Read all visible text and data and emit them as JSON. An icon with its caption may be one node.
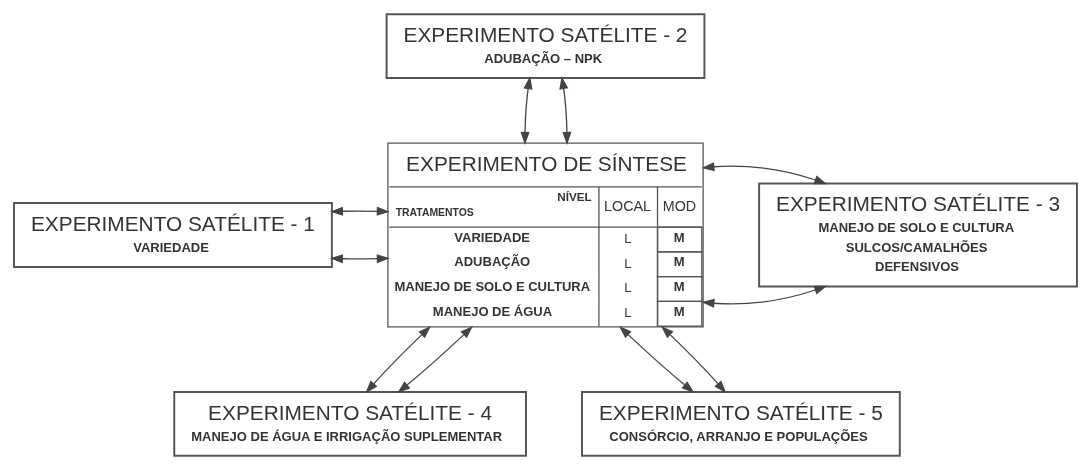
{
  "diagram": {
    "nodes": [
      {
        "text": [
          "EXPERIMENTO SATÉLITE - 2",
          "ADUBAÇÃO – NPK"
        ]
      },
      {
        "text": [
          "EXPERIMENTO DE SÍNTESE",
          "NÍVEL",
          "TRATAMENTOS",
          "LOCAL",
          "MOD",
          "VARIEDADE",
          "L",
          "M",
          "ADUBAÇÃO",
          "L",
          "M",
          "MANEJO DE SOLO E CULTURA",
          "L",
          "M",
          "MANEJO DE ÁGUA",
          "L",
          "M"
        ]
      },
      {
        "text": [
          "EXPERIMENTO SATÉLITE - 1",
          "VARIEDADE"
        ]
      },
      {
        "text": [
          "EXPERIMENTO SATÉLITE - 3",
          "MANEJO DE SOLO E CULTURA",
          "SULCOS/CAMALHÕES",
          "DEFENSIVOS"
        ]
      },
      {
        "text": [
          "EXPERIMENTO SATÉLITE - 4",
          "MANEJO DE ÁGUA E IRRIGAÇÃO SUPLEMENTAR"
        ]
      },
      {
        "text": [
          "EXPERIMENTO SATÉLITE - 5",
          "CONSÓRCIO, ARRANJO E POPULAÇÕES"
        ]
      }
    ],
    "edges": [
      {
        "from": 0,
        "to": 1,
        "arrow": "both"
      },
      {
        "from": 0,
        "to": 1,
        "arrow": "both"
      },
      {
        "from": 2,
        "to": 1,
        "arrow": "both"
      },
      {
        "from": 2,
        "to": 1,
        "arrow": "both"
      },
      {
        "from": 1,
        "to": 3,
        "arrow": "both"
      },
      {
        "from": 1,
        "to": 3,
        "arrow": "both"
      },
      {
        "from": 1,
        "to": 4,
        "arrow": "both"
      },
      {
        "from": 1,
        "to": 4,
        "arrow": "both"
      },
      {
        "from": 1,
        "to": 5,
        "arrow": "both"
      },
      {
        "from": 1,
        "to": 5,
        "arrow": "both"
      }
    ]
  }
}
